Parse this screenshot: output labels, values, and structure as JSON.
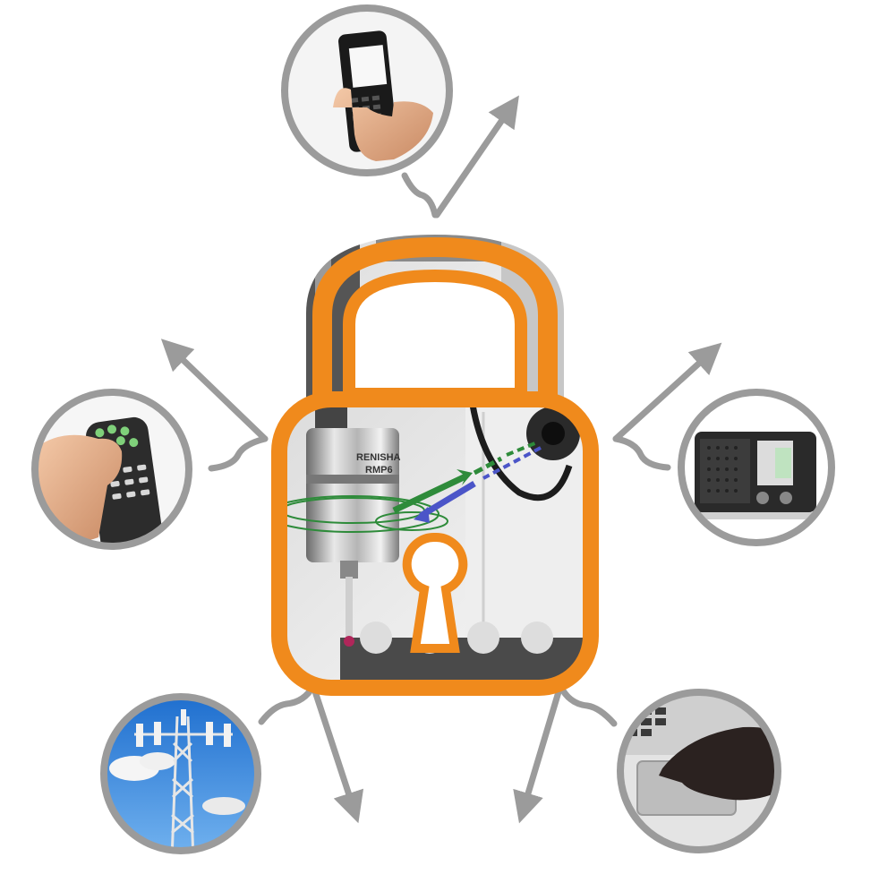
{
  "colors": {
    "background": "#ffffff",
    "lock_outline": "#f08a1c",
    "ring": "#9b9b9b",
    "connector": "#9b9b9b",
    "signal_green": "#2e8b3a",
    "signal_blue": "#4b55c8",
    "sky_blue": "#2f7fd6"
  },
  "center": {
    "icon": "padlock-icon",
    "probe_text_line1": "RENISHA",
    "probe_text_line2": "RMP6"
  },
  "devices": [
    {
      "id": "mobile-phone",
      "icon": "mobile-phone-icon"
    },
    {
      "id": "tv-remote",
      "icon": "tv-remote-icon"
    },
    {
      "id": "radio",
      "icon": "radio-icon"
    },
    {
      "id": "cell-tower",
      "icon": "cell-tower-icon"
    },
    {
      "id": "laptop-touchpad",
      "icon": "laptop-touchpad-icon"
    }
  ]
}
